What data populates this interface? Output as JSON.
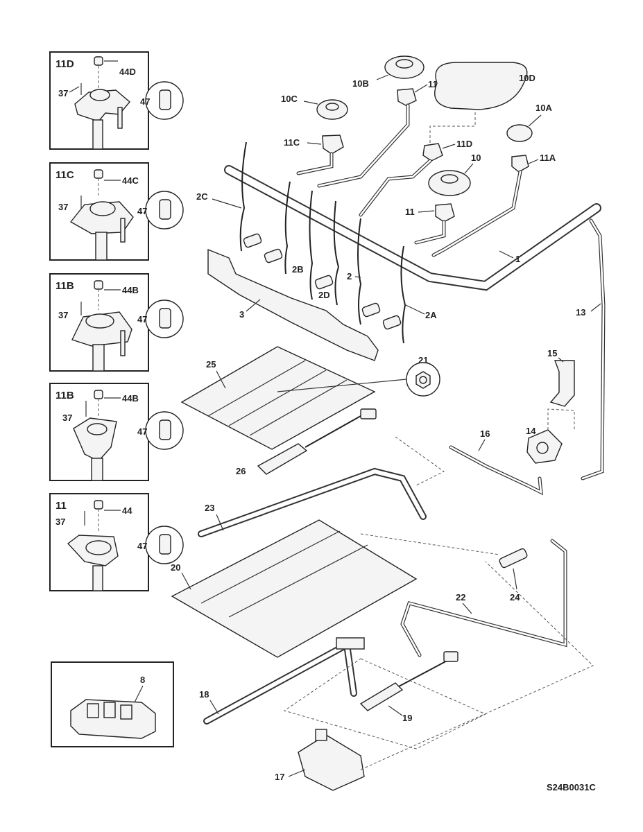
{
  "diagram": {
    "drawing_id": "S24B0031C",
    "inset_panels": [
      {
        "title": "11D",
        "screw": "37",
        "cap": "44D",
        "circle": "47"
      },
      {
        "title": "11C",
        "screw": "37",
        "cap": "44C",
        "circle": "47"
      },
      {
        "title": "11B",
        "screw": "37",
        "cap": "44B",
        "circle": "47"
      },
      {
        "title": "11B",
        "screw": "37",
        "cap": "44B",
        "circle": "47"
      },
      {
        "title": "11",
        "screw": "37",
        "cap": "44",
        "circle": "47"
      }
    ],
    "igniter_inset": {
      "label": "8"
    },
    "callouts": {
      "c10B": "10B",
      "c11B": "11B",
      "c10D": "10D",
      "c10C": "10C",
      "c11C": "11C",
      "c10A": "10A",
      "c11D": "11D",
      "c10": "10",
      "c11A": "11A",
      "c11": "11",
      "c2C": "2C",
      "c2B": "2B",
      "c2D": "2D",
      "c2": "2",
      "c2A": "2A",
      "c1": "1",
      "c3": "3",
      "c13": "13",
      "c25": "25",
      "c21": "21",
      "c15": "15",
      "c14": "14",
      "c16": "16",
      "c26": "26",
      "c23": "23",
      "c20": "20",
      "c24": "24",
      "c22": "22",
      "c18": "18",
      "c19": "19",
      "c17": "17"
    }
  }
}
